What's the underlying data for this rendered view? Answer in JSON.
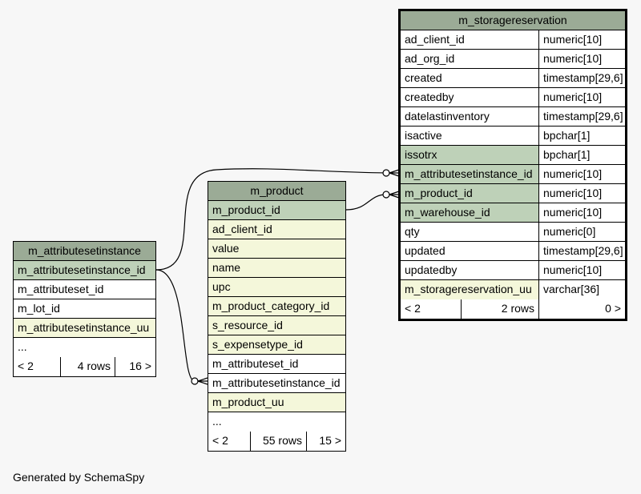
{
  "tables": {
    "storagereservation": {
      "name": "m_storagereservation",
      "columns": [
        {
          "name": "ad_client_id",
          "type": "numeric[10]"
        },
        {
          "name": "ad_org_id",
          "type": "numeric[10]"
        },
        {
          "name": "created",
          "type": "timestamp[29,6]"
        },
        {
          "name": "createdby",
          "type": "numeric[10]"
        },
        {
          "name": "datelastinventory",
          "type": "timestamp[29,6]"
        },
        {
          "name": "isactive",
          "type": "bpchar[1]"
        },
        {
          "name": "issotrx",
          "type": "bpchar[1]"
        },
        {
          "name": "m_attributesetinstance_id",
          "type": "numeric[10]"
        },
        {
          "name": "m_product_id",
          "type": "numeric[10]"
        },
        {
          "name": "m_warehouse_id",
          "type": "numeric[10]"
        },
        {
          "name": "qty",
          "type": "numeric[0]"
        },
        {
          "name": "updated",
          "type": "timestamp[29,6]"
        },
        {
          "name": "updatedby",
          "type": "numeric[10]"
        },
        {
          "name": "m_storagereservation_uu",
          "type": "varchar[36]"
        }
      ],
      "nav": {
        "parents": "< 2",
        "rows": "2 rows",
        "children": "0 >"
      }
    },
    "product": {
      "name": "m_product",
      "columns": [
        "m_product_id",
        "ad_client_id",
        "value",
        "name",
        "upc",
        "m_product_category_id",
        "s_resource_id",
        "s_expensetype_id",
        "m_attributeset_id",
        "m_attributesetinstance_id",
        "m_product_uu",
        "..."
      ],
      "nav": {
        "parents": "< 2",
        "rows": "55 rows",
        "children": "15 >"
      }
    },
    "attributesetinstance": {
      "name": "m_attributesetinstance",
      "columns": [
        "m_attributesetinstance_id",
        "m_attributeset_id",
        "m_lot_id",
        "m_attributesetinstance_uu",
        "..."
      ],
      "nav": {
        "parents": "< 2",
        "rows": "4 rows",
        "children": "16 >"
      }
    }
  },
  "colors": {
    "title": "#9bab96",
    "key": "#bed1b8",
    "foreign_key": "#f4f7da",
    "plain": "#ffffff"
  },
  "footer": "Generated by SchemaSpy"
}
